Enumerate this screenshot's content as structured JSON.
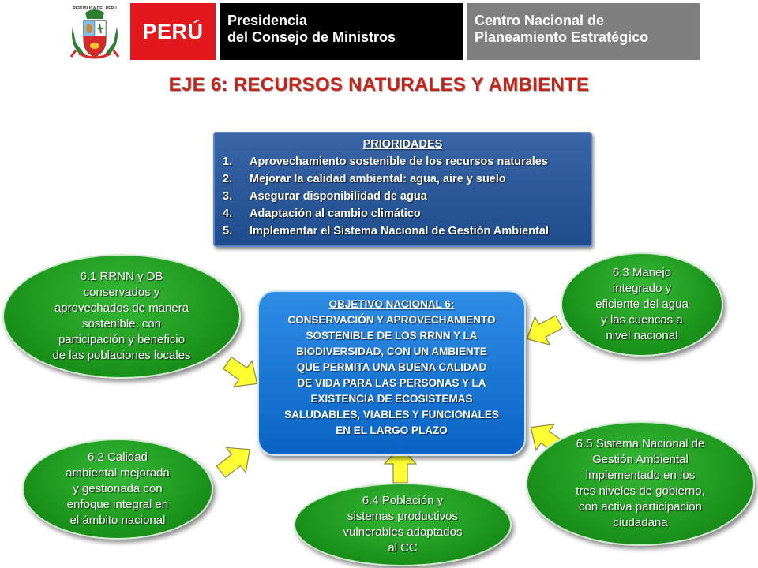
{
  "header": {
    "shield_text": "REPÚBLICA DEL PERÚ",
    "peru_label": "PERÚ",
    "pcm_line1": "Presidencia",
    "pcm_line2": "del Consejo de Ministros",
    "ceplan_line1": "Centro Nacional de",
    "ceplan_line2": "Planeamiento Estratégico",
    "colors": {
      "peru_red": "#e3181e",
      "pcm_black": "#000000",
      "ceplan_gray": "#7f7f7f"
    }
  },
  "title": "EJE 6: RECURSOS NATURALES Y AMBIENTE",
  "priorities": {
    "heading": "PRIORIDADES",
    "items": [
      {
        "num": "1.",
        "text": "Aprovechamiento sostenible de los recursos naturales"
      },
      {
        "num": "2.",
        "text": "Mejorar la calidad ambiental: agua, aire y suelo"
      },
      {
        "num": "3.",
        "text": "Asegurar disponibilidad de agua"
      },
      {
        "num": "4.",
        "text": "Adaptación al cambio climático"
      },
      {
        "num": "5.",
        "text": "Implementar el Sistema Nacional de Gestión Ambiental"
      }
    ]
  },
  "objective": {
    "heading": "OBJETIVO NACIONAL 6:",
    "lines": [
      "CONSERVACIÓN Y APROVECHAMIENTO",
      "SOSTENIBLE DE LOS RRNN Y LA",
      "BIODIVERSIDAD, CON UN AMBIENTE",
      "QUE PERMITA UNA BUENA CALIDAD",
      "DE VIDA PARA LAS PERSONAS Y LA",
      "EXISTENCIA DE ECOSISTEMAS",
      "SALUDABLES, VIABLES Y FUNCIONALES",
      "EN EL LARGO PLAZO"
    ]
  },
  "components": {
    "c61": [
      "6.1 RRNN y DB",
      "conservados y",
      "aprovechados de manera",
      "sostenible, con",
      "participación y beneficio",
      "de las poblaciones locales"
    ],
    "c62": [
      "6.2 Calidad",
      "ambiental mejorada",
      "y gestionada con",
      "enfoque integral en",
      "el ámbito nacional"
    ],
    "c63": [
      "6.3 Manejo",
      "integrado y",
      "eficiente del agua",
      "y las cuencas a",
      "nivel nacional"
    ],
    "c64": [
      "6.4 Población y",
      "sistemas productivos",
      "vulnerables adaptados",
      "al CC"
    ],
    "c65": [
      "6.5 Sistema Nacional de",
      "Gestión Ambiental",
      "implementado en los",
      "tres niveles de gobierno,",
      "con activa participación",
      "ciudadana"
    ]
  },
  "colors": {
    "title_red": "#c0261b",
    "priorities_blue": "#2a5798",
    "objective_blue": "#1a78d8",
    "ellipse_green": "#1d961d",
    "arrow_yellow": "#ffff33"
  }
}
